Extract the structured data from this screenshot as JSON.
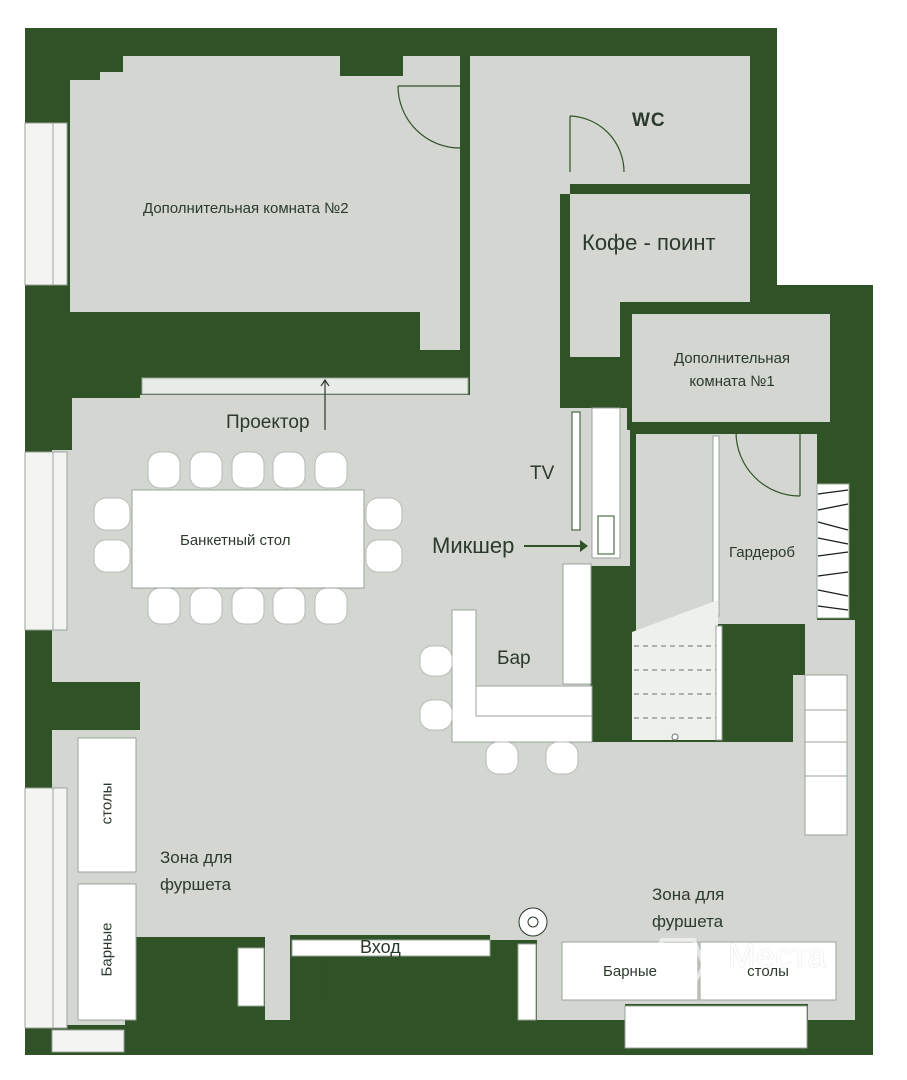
{
  "rooms": {
    "extra_room_2": "Дополнительная комната №2",
    "wc": "WC",
    "coffee_point": "Кофе - поинт",
    "extra_room_1_line1": "Дополнительная",
    "extra_room_1_line2": "комната №1",
    "projector": "Проектор",
    "tv": "TV",
    "banquet_table": "Банкетный стол",
    "mixer": "Микшер",
    "bar": "Бар",
    "wardrobe": "Гардероб",
    "buffet_left_line1": "Зона для",
    "buffet_left_line2": "фуршета",
    "buffet_right_line1": "Зона для",
    "buffet_right_line2": "фуршета",
    "tables_left": "столы",
    "bar_tables_left": "Барные",
    "tables_right": "столы",
    "bar_tables_right": "Барные",
    "entrance": "Вход"
  },
  "watermark": {
    "text": "Места"
  },
  "colors": {
    "wall": "#2f5227",
    "floor": "#d3d6d1",
    "furniture": "#ffffff",
    "text": "#2b3a2b"
  }
}
